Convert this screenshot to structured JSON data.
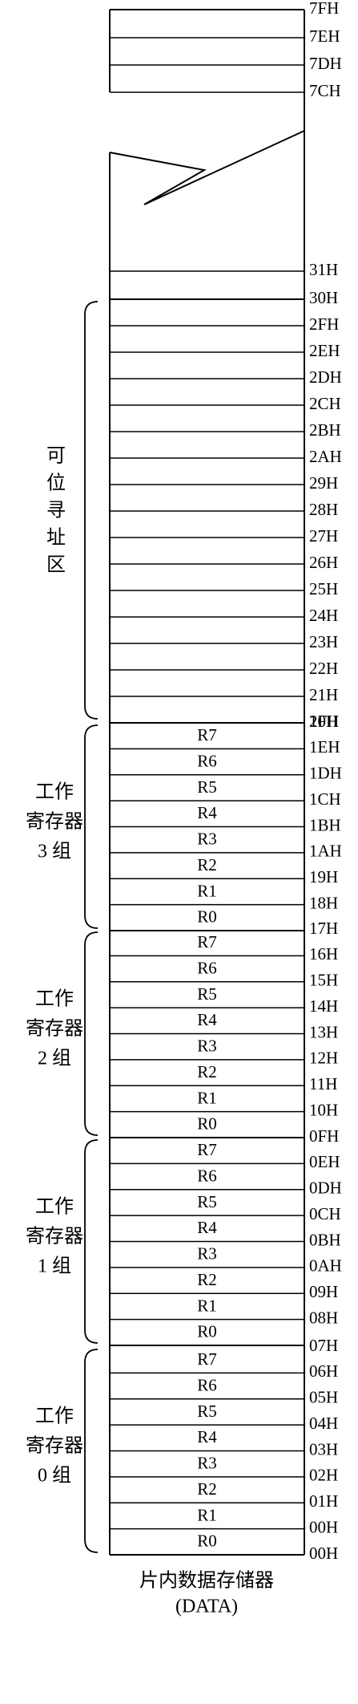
{
  "top_addresses": [
    "7FH",
    "7EH",
    "7DH",
    "7CH"
  ],
  "mid_addresses": [
    "31H",
    "30H"
  ],
  "bit_addresses": [
    "2FH",
    "2EH",
    "2DH",
    "2CH",
    "2BH",
    "2AH",
    "29H",
    "28H",
    "27H",
    "26H",
    "25H",
    "24H",
    "23H",
    "22H",
    "21H",
    "20H"
  ],
  "bit_area_label": [
    "可",
    "位",
    "寻",
    "址",
    "区"
  ],
  "banks": [
    {
      "label": [
        "工作",
        "寄存器",
        "3 组"
      ],
      "registers": [
        "R7",
        "R6",
        "R5",
        "R4",
        "R3",
        "R2",
        "R1",
        "R0"
      ],
      "addresses": [
        "1FH",
        "1EH",
        "1DH",
        "1CH",
        "1BH",
        "1AH",
        "19H",
        "18H"
      ]
    },
    {
      "label": [
        "工作",
        "寄存器",
        "2 组"
      ],
      "registers": [
        "R7",
        "R6",
        "R5",
        "R4",
        "R3",
        "R2",
        "R1",
        "R0"
      ],
      "addresses": [
        "17H",
        "16H",
        "15H",
        "14H",
        "13H",
        "12H",
        "11H",
        "10H"
      ]
    },
    {
      "label": [
        "工作",
        "寄存器",
        "1 组"
      ],
      "registers": [
        "R7",
        "R6",
        "R5",
        "R4",
        "R3",
        "R2",
        "R1",
        "R0"
      ],
      "addresses": [
        "0FH",
        "0EH",
        "0DH",
        "0CH",
        "0BH",
        "0AH",
        "09H",
        "08H"
      ]
    },
    {
      "label": [
        "工作",
        "寄存器",
        "0 组"
      ],
      "registers": [
        "R7",
        "R6",
        "R5",
        "R4",
        "R3",
        "R2",
        "R1",
        "R0"
      ],
      "addresses": [
        "07H",
        "06H",
        "05H",
        "04H",
        "03H",
        "02H",
        "01H",
        "00H"
      ]
    }
  ],
  "caption": [
    "片内数据存储器",
    "(DATA)"
  ]
}
